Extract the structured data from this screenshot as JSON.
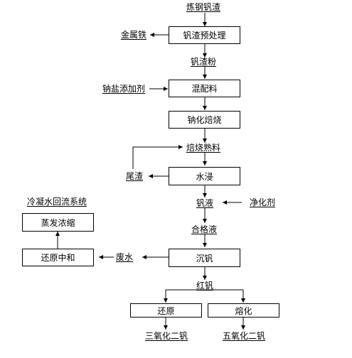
{
  "nodes": {
    "raw_material": "炼钢钒渣",
    "pretreatment": "钒渣预处理",
    "metallic_iron": "金属铁",
    "slag_powder": "钒渣粉",
    "sodium_additive": "钠盐添加剂",
    "mixing": "混配料",
    "roasting": "钠化焙烧",
    "clinker": "焙烧熟料",
    "tailings": "尾渣",
    "leaching": "水浸",
    "vanadium_liquid": "钒液",
    "purifier": "净化剂",
    "qualified_liquid": "合格液",
    "precipitation": "沉钒",
    "waste_water": "废水",
    "neutralization": "还原中和",
    "evaporation": "蒸发浓缩",
    "condensate_system": "冷凝水回流系统",
    "red_vanadium": "红钒",
    "reduction": "还原",
    "melting": "熔化",
    "product_v2o3": "三氧化二钒",
    "product_v2o5": "五氧化二钒"
  }
}
